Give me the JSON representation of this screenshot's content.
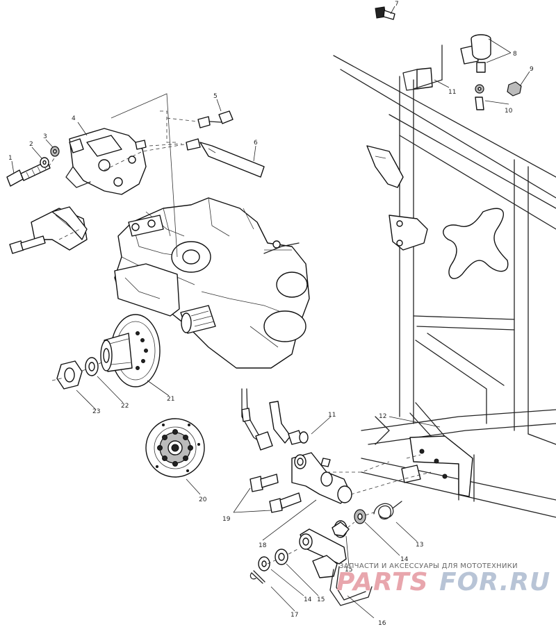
{
  "callouts": [
    {
      "id": "c1",
      "text": "1"
    },
    {
      "id": "c2",
      "text": "2"
    },
    {
      "id": "c3",
      "text": "3"
    },
    {
      "id": "c4",
      "text": "4"
    },
    {
      "id": "c5",
      "text": "5"
    },
    {
      "id": "c6",
      "text": "6"
    },
    {
      "id": "c7",
      "text": "7"
    },
    {
      "id": "c8",
      "text": "8"
    },
    {
      "id": "c9",
      "text": "9"
    },
    {
      "id": "c10",
      "text": "10"
    },
    {
      "id": "c11a",
      "text": "11"
    },
    {
      "id": "c11b",
      "text": "11"
    },
    {
      "id": "c12",
      "text": "12"
    },
    {
      "id": "c13",
      "text": "13"
    },
    {
      "id": "c14a",
      "text": "14"
    },
    {
      "id": "c14b",
      "text": "14"
    },
    {
      "id": "c15a",
      "text": "15"
    },
    {
      "id": "c15b",
      "text": "15"
    },
    {
      "id": "c16",
      "text": "16"
    },
    {
      "id": "c17",
      "text": "17"
    },
    {
      "id": "c18",
      "text": "18"
    },
    {
      "id": "c19",
      "text": "19"
    },
    {
      "id": "c20",
      "text": "20"
    },
    {
      "id": "c21",
      "text": "21"
    },
    {
      "id": "c22",
      "text": "22"
    },
    {
      "id": "c23",
      "text": "23"
    }
  ],
  "watermark": {
    "caption": "ЗАПЧАСТИ И АКСЕССУАРЫ ДЛЯ МОТОТЕХНИКИ",
    "logo_left": "PARTS",
    "logo_right": "FOR.RU"
  },
  "colors": {
    "line": "#222222",
    "logo_red": "#e8a6ad",
    "logo_blue": "#b8c4d6"
  }
}
